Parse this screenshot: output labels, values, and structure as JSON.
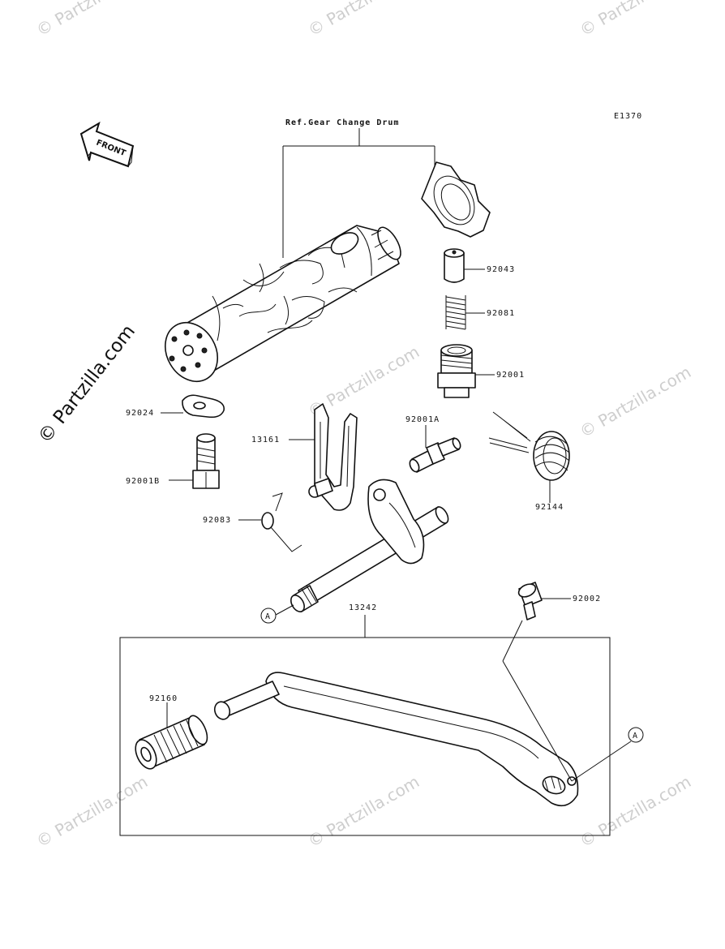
{
  "diagram_code": "E1370",
  "ref_label": "Ref.Gear Change Drum",
  "front_label": "FRONT",
  "callouts": {
    "p92043": "92043",
    "p92081": "92081",
    "p92001": "92001",
    "p92001A": "92001A",
    "p92024": "92024",
    "p92001B": "92001B",
    "p13161": "13161",
    "p92144": "92144",
    "p92083": "92083",
    "p92002": "92002",
    "p13242": "13242",
    "p92160": "92160",
    "ref_a_left": "A",
    "ref_a_right": "A"
  },
  "watermark": {
    "main": "© Partzilla.com",
    "repeat": "© Partzilla.com"
  }
}
